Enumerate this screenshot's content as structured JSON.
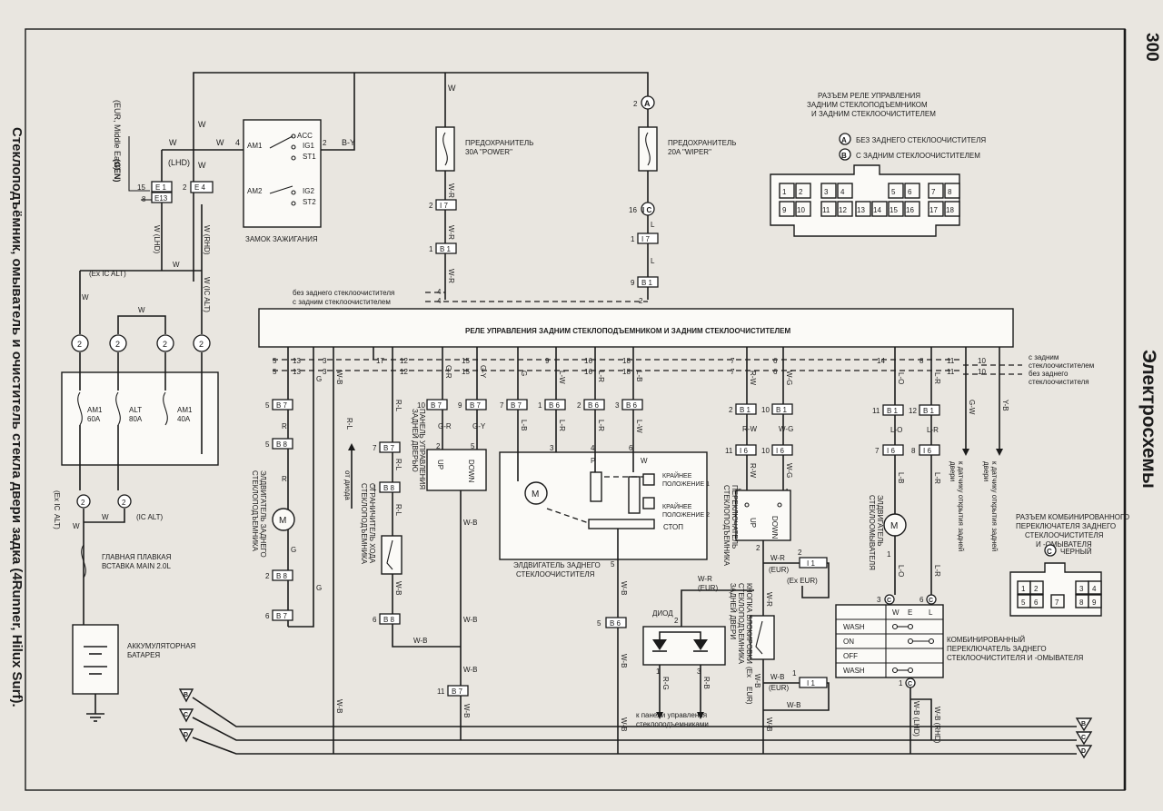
{
  "page": {
    "number": "300",
    "section": "Электросхемы",
    "title": "Стеклоподъёмник, омыватель и очиститель стекла двери задка (4Runner, Hilux Surf)."
  },
  "relay_connector": {
    "title_lines": [
      "РАЗЪЕМ РЕЛЕ УПРАВЛЕНИЯ",
      "ЗАДНИМ СТЕКЛОПОДЪЕМНИКОМ",
      "И ЗАДНИМ СТЕКЛООЧИСТИТЕЛЕМ"
    ],
    "legend_a": {
      "badge": "A",
      "text": "БЕЗ ЗАДНЕГО СТЕКЛООЧИСТИТЕЛЯ"
    },
    "legend_b": {
      "badge": "B",
      "text": "С ЗАДНИМ СТЕКЛООЧИСТИТЕЛЕМ"
    },
    "pins": [
      "1",
      "2",
      "3",
      "4",
      "5",
      "6",
      "7",
      "8",
      "9",
      "10",
      "11",
      "12",
      "13",
      "14",
      "15",
      "16",
      "17",
      "18"
    ]
  },
  "combo_connector": {
    "title_lines": [
      "РАЗЪЕМ КОМБИНИРОВАННОГО",
      "ПЕРЕКЛЮЧАТЕЛЯ ЗАДНЕГО",
      "СТЕКЛООЧИСТИТЕЛЯ",
      "И -ОМЫВАТЕЛЯ"
    ],
    "badge": "C",
    "color": "ЧЕРНЫЙ",
    "pins": [
      "1",
      "2",
      "3",
      "4",
      "5",
      "6",
      "7",
      "8",
      "9"
    ]
  },
  "ignition": {
    "label": "ЗАМОК ЗАЖИГАНИЯ",
    "am1": "AM1",
    "am2": "AM2",
    "acc": "ACC",
    "ig1": "IG1",
    "st1": "ST1",
    "ig2": "IG2",
    "st2": "ST2"
  },
  "fuses": {
    "power": {
      "line1": "ПРЕДОХРАНИТЕЛЬ",
      "line2": "30A \"POWER\""
    },
    "wiper": {
      "line1": "ПРЕДОХРАНИТЕЛЬ",
      "line2": "20A \"WIPER\""
    },
    "am1_60": {
      "name": "AM1",
      "rating": "60A"
    },
    "alt": {
      "name": "ALT",
      "rating": "80A"
    },
    "am1_40": {
      "name": "AM1",
      "rating": "40A"
    },
    "main": {
      "line1": "ГЛАВНАЯ ПЛАВКАЯ",
      "line2": "ВСТАВКА MAIN 2.0L"
    }
  },
  "battery": {
    "line1": "АККУМУЛЯТОРНАЯ",
    "line2": "БАТАРЕЯ"
  },
  "relay_unit": {
    "label": "РЕЛЕ УПРАВЛЕНИЯ ЗАДНИМ СТЕКЛОПОДЪЕМНИКОМ И ЗАДНИМ СТЕКЛООЧИСТИТЕЛЕМ",
    "without_wiper": "без заднего стеклоочистителя",
    "with_wiper": "с задним стеклоочистителем",
    "right_with_1": "с задним",
    "right_with_2": "стеклоочистителем",
    "right_without_1": "без заднего",
    "right_without_2": "стеклоочистителя"
  },
  "markets": {
    "eur_middle_east": "(EUR, Middle East)",
    "gen": "(GEN)",
    "lhd": "(LHD)",
    "rhd": "(RHD)",
    "ex_ic_alt": "(Ex IC ALT)",
    "ic_alt": "(IC ALT)",
    "ex_ic": "(Ex IC",
    "alt": "ALT)",
    "eur": "(EUR)",
    "ex_eur": "(Ex EUR)",
    "ex_eur_open": "(Ex",
    "eur_close": "EUR)"
  },
  "components": {
    "window_motor": [
      "ЭЛДВИГАТЕЛЬ ЗАДНЕГО",
      "СТЕКЛОПОДЪЕМНИКА"
    ],
    "from_diode": "от диода",
    "travel_limiter": [
      "ОГРАНИЧИТЕЛЬ ХОДА",
      "СТЕКЛОПОДЪЕМНИКА"
    ],
    "door_panel": [
      "ПАНЕЛЬ УПРАВЛЕНИЯ",
      "ЗАДНЕЙ ДВЕРЬЮ"
    ],
    "up": "UP",
    "down": "DOWN",
    "wiper_motor": [
      "ЭЛДВИГАТЕЛЬ ЗАДНЕГО",
      "СТЕКЛООЧИСТИТЕЛЯ"
    ],
    "extreme_pos_1": [
      "КРАЙНЕЕ",
      "ПОЛОЖЕНИЕ 1"
    ],
    "extreme_pos_2": [
      "КРАЙНЕЕ",
      "ПОЛОЖЕНИЕ 2"
    ],
    "stop": "СТОП",
    "motor_m": "M",
    "window_switch": [
      "ПЕРЕКЛЮЧАТЕЛЬ",
      "СТЕКЛОПОДЪЕМНИКА"
    ],
    "lock_button": [
      "КНОПКА БЛОКИРОВКИ",
      "СТЕКЛОПОДЪЕМНИКА",
      "ЗАДНЕЙ ДВЕРИ"
    ],
    "diode": "ДИОД",
    "to_panel": [
      "к панели управления",
      "стеклоподъемниками"
    ],
    "washer_motor": [
      "ЭЛДВИГАТЕЛЬ",
      "СТЕКЛООМЫВАТЕЛЯ"
    ],
    "door_sensor_1": [
      "к датчику открытия задней",
      "двери"
    ],
    "door_sensor_2": [
      "к датчику открытия задней",
      "двери"
    ],
    "combo_switch": [
      "КОМБИНИРОВАННЫЙ",
      "ПЕРЕКЛЮЧАТЕЛЬ ЗАДНЕГО",
      "СТЕКЛООЧИСТИТЕЛЯ И -ОМЫВАТЕЛЯ"
    ]
  },
  "switch_table": {
    "headers": [
      "W",
      "E",
      "L"
    ],
    "rows": [
      "WASH",
      "ON",
      "OFF",
      "WASH"
    ]
  },
  "wires": {
    "w": "W",
    "wr": "W-R",
    "l": "L",
    "by": "B-Y",
    "g": "G",
    "wb": "W-B",
    "r": "R",
    "rl": "R-L",
    "gr": "G-R",
    "gy": "G-Y",
    "lb": "L-B",
    "lw": "L-W",
    "lr": "L-R",
    "rw": "R-W",
    "wg": "W-G",
    "lo": "L-O",
    "gw": "G-W",
    "yb": "Y-B",
    "rb": "R-B",
    "w_lhd": "W (LHD)",
    "w_rhd": "W (RHD)",
    "w_ic_alt": "W (IC ALT)",
    "wb_lhd": "W-B (LHD)",
    "wb_rhd": "W-B (RHD)",
    "rg": "R-G"
  },
  "connectors": {
    "e1": "E 1",
    "e13": "E13",
    "e4": "E 4",
    "i7": "I 7",
    "b1": "B 1",
    "b7": "B 7",
    "b8": "B 8",
    "b6": "B 6",
    "i6": "I 6",
    "i1": "I 1",
    "ic": "I C",
    "a": "A",
    "b": "B",
    "c": "C",
    "d": "D",
    "c2": "2"
  },
  "pins": {
    "p1": "1",
    "p2": "2",
    "p3": "3",
    "p4": "4",
    "p5": "5",
    "p6": "6",
    "p7": "7",
    "p8": "8",
    "p9": "9",
    "p10": "10",
    "p11": "11",
    "p12": "12",
    "p13": "13",
    "p14": "14",
    "p15": "15",
    "p16": "16",
    "p17": "17",
    "p18": "18"
  }
}
